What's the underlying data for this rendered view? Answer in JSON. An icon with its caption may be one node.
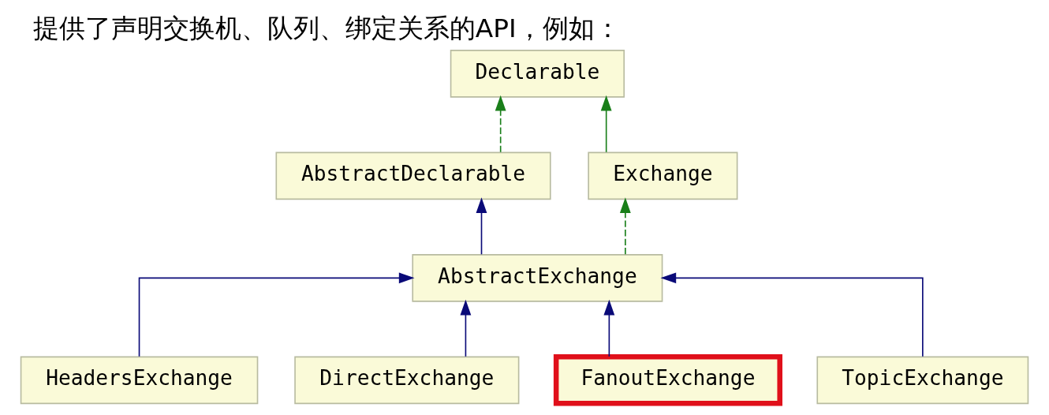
{
  "diagram": {
    "title": "提供了声明交换机、队列、绑定关系的API，例如：",
    "nodes": [
      {
        "text": [
          "Declarable"
        ]
      },
      {
        "text": [
          "AbstractDeclarable"
        ]
      },
      {
        "text": [
          "Exchange"
        ]
      },
      {
        "text": [
          "AbstractExchange"
        ]
      },
      {
        "text": [
          "HeadersExchange"
        ]
      },
      {
        "text": [
          "DirectExchange"
        ]
      },
      {
        "text": [
          "FanoutExchange"
        ]
      },
      {
        "text": [
          "TopicExchange"
        ]
      }
    ],
    "edges": [
      {
        "from": 1,
        "to": 0,
        "arrow": "to",
        "style": "dashed",
        "color": "#1a7f1a"
      },
      {
        "from": 2,
        "to": 0,
        "arrow": "to",
        "color": "#1a7f1a"
      },
      {
        "from": 3,
        "to": 1,
        "arrow": "to"
      },
      {
        "from": 3,
        "to": 2,
        "arrow": "to",
        "style": "dashed",
        "color": "#1a7f1a"
      },
      {
        "from": 4,
        "to": 3,
        "arrow": "to"
      },
      {
        "from": 5,
        "to": 3,
        "arrow": "to"
      },
      {
        "from": 6,
        "to": 3,
        "arrow": "to"
      },
      {
        "from": 7,
        "to": 3,
        "arrow": "to"
      }
    ]
  }
}
